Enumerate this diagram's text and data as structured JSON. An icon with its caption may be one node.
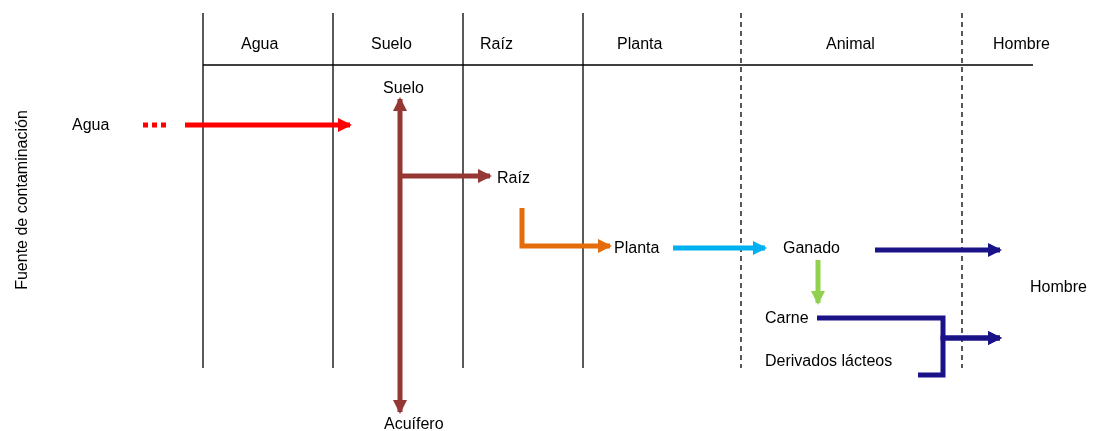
{
  "diagram": {
    "nodes": [
      {
        "text": [
          "Agua"
        ]
      },
      {
        "text": [
          "Suelo"
        ]
      },
      {
        "text": [
          "Acuífero"
        ]
      },
      {
        "text": [
          "Raíz"
        ]
      },
      {
        "text": [
          "Planta"
        ]
      },
      {
        "text": [
          "Ganado"
        ]
      },
      {
        "text": [
          "Carne"
        ]
      },
      {
        "text": [
          "Derivados lácteos"
        ]
      },
      {
        "text": [
          "Hombre"
        ]
      }
    ],
    "edges": [
      {
        "from": 0,
        "to": 1,
        "arrow": "to",
        "color": "#ff0000"
      },
      {
        "from": 1,
        "to": 2,
        "arrow": "both",
        "color": "#953735"
      },
      {
        "from": null,
        "to": 3,
        "arrow": "to",
        "color": "#953735"
      },
      {
        "from": 3,
        "to": 4,
        "arrow": "to",
        "color": "#e46c0a"
      },
      {
        "from": 4,
        "to": 5,
        "arrow": "to",
        "color": "#00b0f0"
      },
      {
        "from": 5,
        "to": 8,
        "arrow": "to",
        "color": "#1a1287"
      },
      {
        "from": 5,
        "to": 6,
        "arrow": "to",
        "color": "#92d050"
      },
      {
        "from": 6,
        "to": 8,
        "arrow": "to",
        "color": "#1a1287"
      },
      {
        "from": 7,
        "to": 8,
        "arrow": "to",
        "color": "#1a1287"
      }
    ],
    "labels": [
      "Agua",
      "Suelo",
      "Raíz",
      "Planta",
      "Animal",
      "Hombre",
      "Fuente de contaminación"
    ]
  }
}
